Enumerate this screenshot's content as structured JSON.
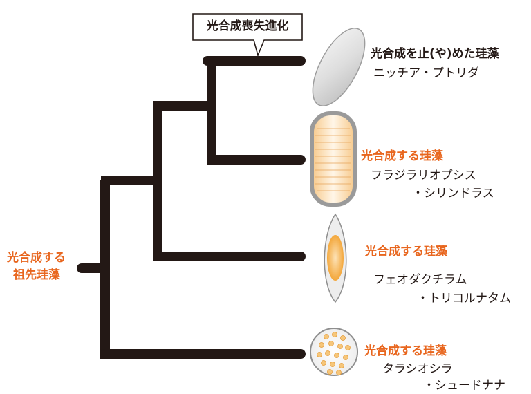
{
  "event_label": "光合成喪失進化",
  "root_label": [
    "光合成する",
    "祖先珪藻"
  ],
  "taxa": [
    {
      "status": "光合成を止(や)めた珪藻",
      "name_line1": "ニッチア・プトリダ",
      "name_line2": "",
      "status_color": "#231815"
    },
    {
      "status": "光合成する珪藻",
      "name_line1": "フラジラリオプシス",
      "name_line2": "・シリンドラス",
      "status_color": "#e8661e"
    },
    {
      "status": "光合成する珪藻",
      "name_line1": "フェオダクチラム",
      "name_line2": "・トリコルナタム",
      "status_color": "#e8661e"
    },
    {
      "status": "光合成する珪藻",
      "name_line1": "タラシオシラ",
      "name_line2": "・シュードナナ",
      "status_color": "#e8661e"
    }
  ],
  "colors": {
    "branch": "#231815",
    "accent": "#e8661e",
    "cell_gray": "#c9c9c9",
    "cell_orange": "#f5b04a"
  }
}
